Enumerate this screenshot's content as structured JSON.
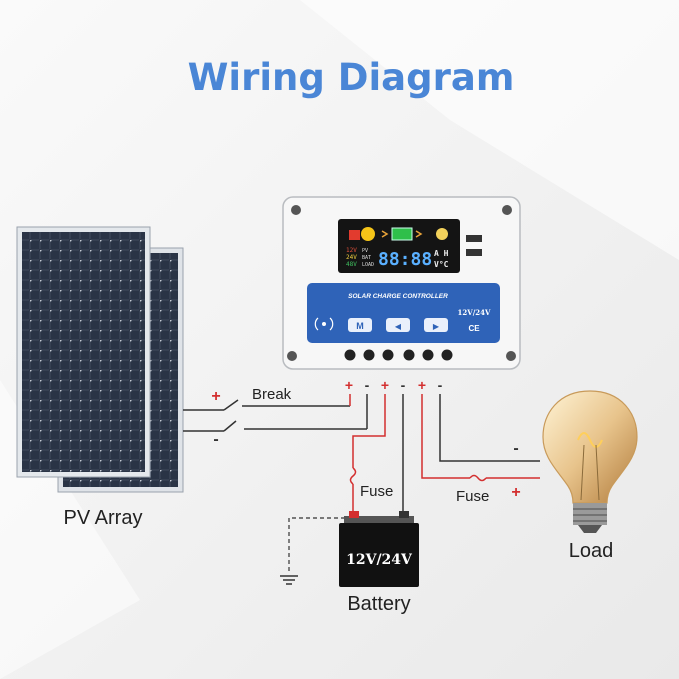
{
  "title": "Wiring Diagram",
  "labels": {
    "pv_array": "PV Array",
    "battery": "Battery",
    "load": "Load",
    "break": "Break",
    "fuse_battery": "Fuse",
    "fuse_load": "Fuse"
  },
  "battery": {
    "voltage": "12V/24V"
  },
  "controller": {
    "name": "SOLAR CHARGE CONTROLLER",
    "voltage_badge": "12V/24V",
    "ce_mark": "CE",
    "display": {
      "reading": "88:88",
      "unit_ah": "A H",
      "unit_temp": "V°C",
      "volt_12": "12V",
      "volt_24": "24V",
      "volt_48": "48V",
      "tag_pv": "PV",
      "tag_bat": "BAT",
      "tag_load": "LOAD"
    },
    "buttons": {
      "mode": "M",
      "left": "◀",
      "right": "▶"
    }
  },
  "polarity": {
    "plus": "+",
    "minus": "-"
  },
  "colors": {
    "title": "#4a86d6",
    "positive_wire": "#d32f2f",
    "negative_wire": "#333333",
    "controller_panel": "#2f63b8",
    "lcd_background": "#141414"
  }
}
